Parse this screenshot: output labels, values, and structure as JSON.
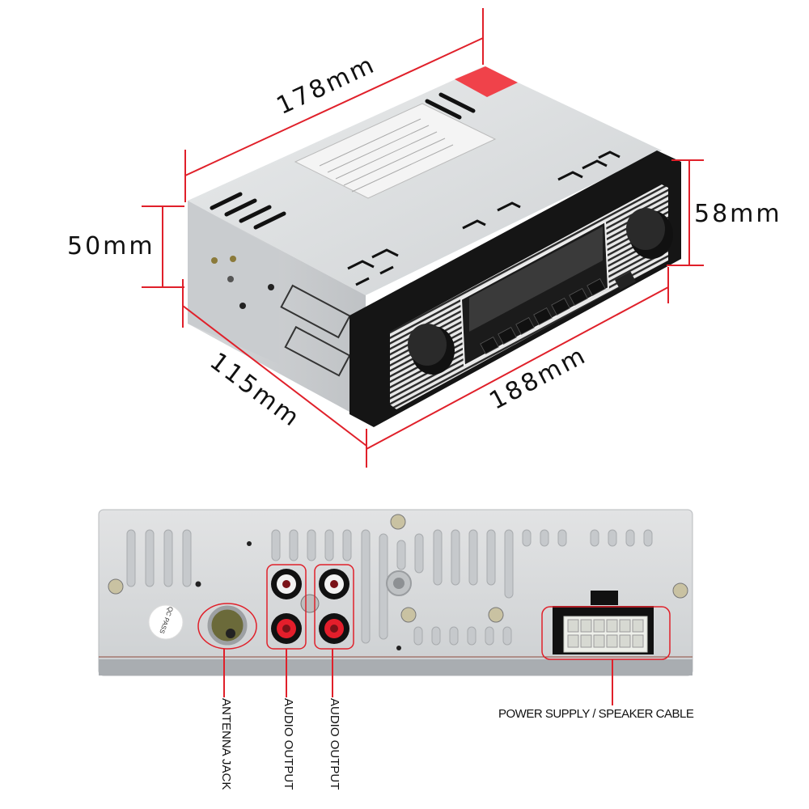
{
  "top_view": {
    "dimensions": {
      "length": "178mm",
      "height_rear": "50mm",
      "height_front": "58mm",
      "depth": "115mm",
      "width_front": "188mm"
    }
  },
  "rear_view": {
    "labels": {
      "antenna": "ANTENNA JACK",
      "audio_left": "AUDIO OUTPUT",
      "audio_right": "AUDIO OUTPUT",
      "power": "POWER SUPPLY / SPEAKER CABLE"
    },
    "sticker": "QC PASS",
    "connector_pins": 12
  },
  "colors": {
    "dimension_line": "#e0202a",
    "chassis": "#d4d6d8",
    "faceplate": "#1a1a1a",
    "rca_red": "#e41e2b"
  }
}
